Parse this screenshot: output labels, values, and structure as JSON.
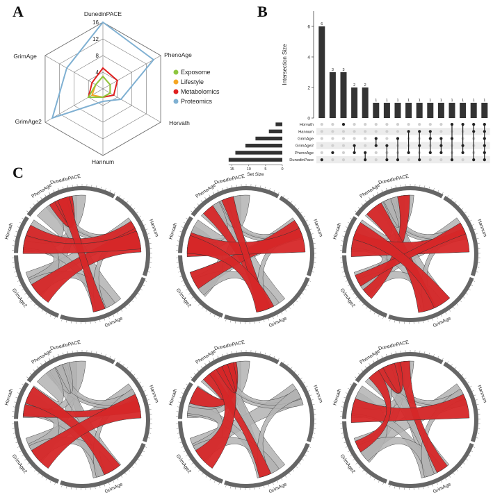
{
  "panels": {
    "a": "A",
    "b": "B",
    "c": "C"
  },
  "chart_data": [
    {
      "type": "radar",
      "panel": "A",
      "axes": [
        "DunedinPACE",
        "PhenoAge",
        "Horvath",
        "Hannum",
        "GrimAge2",
        "GrimAge"
      ],
      "radial_ticks": [
        "4",
        "8",
        "12",
        "16"
      ],
      "rmax": 16,
      "legend_position": "right",
      "series": [
        {
          "name": "Exposome",
          "color": "#8dc63f",
          "values": [
            3,
            2,
            2,
            2,
            4,
            2
          ]
        },
        {
          "name": "Lifestyle",
          "color": "#f5a623",
          "values": [
            3,
            2,
            2,
            2,
            3,
            2
          ]
        },
        {
          "name": "Metabolomics",
          "color": "#e02020",
          "values": [
            5,
            4,
            3,
            2,
            4,
            3
          ]
        },
        {
          "name": "Proteomics",
          "color": "#7fb0d2",
          "values": [
            16,
            14,
            5,
            3,
            14,
            10
          ]
        }
      ]
    },
    {
      "type": "bar",
      "panel": "B",
      "ylabel": "Intersection Size",
      "y_ticks": [
        "0",
        "2",
        "4",
        "6"
      ],
      "ylim": [
        0,
        7
      ],
      "values": [
        6,
        3,
        3,
        2,
        2,
        1,
        1,
        1,
        1,
        1,
        1,
        1,
        1,
        1,
        1,
        1
      ],
      "value_labels": [
        "6",
        "3",
        "3",
        "2",
        "2",
        "1",
        "1",
        "1",
        "1",
        "1",
        "1",
        "1",
        "1",
        "1",
        "1",
        "1"
      ],
      "sets": [
        "Horvath",
        "Hannum",
        "GrimAge",
        "GrimAge2",
        "PhenoAge",
        "DunedinPace"
      ],
      "set_sizes": [
        2,
        4,
        8,
        11,
        14,
        16
      ],
      "set_size_label": "Set Size",
      "set_size_ticks": [
        "15",
        "10",
        "5",
        "0"
      ],
      "membership": [
        [
          5
        ],
        [
          4
        ],
        [
          0
        ],
        [
          3,
          4
        ],
        [
          4,
          5
        ],
        [
          2,
          3
        ],
        [
          3,
          5
        ],
        [
          2,
          5
        ],
        [
          1,
          4
        ],
        [
          1,
          3,
          5
        ],
        [
          1,
          2,
          4
        ],
        [
          2,
          3,
          4
        ],
        [
          0,
          2,
          5
        ],
        [
          0,
          3,
          4
        ],
        [
          0,
          1,
          5
        ],
        [
          0,
          1,
          2,
          3,
          4,
          5
        ]
      ]
    },
    {
      "type": "chord",
      "panel": "C",
      "sectors": [
        "DunedinPACE",
        "Hannum",
        "GrimAge",
        "GrimAge2",
        "Horvath",
        "PhenoAge"
      ],
      "highlight_color": "#d62728",
      "diagrams": [
        {
          "red": [
            [
              1,
              4
            ],
            [
              5,
              0
            ],
            [
              3,
              1
            ],
            [
              2,
              0
            ],
            [
              4,
              1
            ]
          ]
        },
        {
          "red": [
            [
              5,
              2
            ],
            [
              3,
              1
            ],
            [
              4,
              1
            ],
            [
              2,
              0
            ],
            [
              4,
              2
            ]
          ]
        },
        {
          "red": [
            [
              3,
              0
            ],
            [
              2,
              5
            ],
            [
              4,
              1
            ],
            [
              3,
              1
            ],
            [
              2,
              4
            ]
          ]
        },
        {
          "red": [
            [
              4,
              1
            ],
            [
              4,
              2
            ],
            [
              3,
              1
            ]
          ]
        },
        {
          "red": [
            [
              5,
              2
            ],
            [
              4,
              0
            ],
            [
              3,
              5
            ],
            [
              5,
              0
            ]
          ]
        },
        {
          "red": [
            [
              2,
              0
            ],
            [
              5,
              0
            ],
            [
              4,
              1
            ],
            [
              3,
              5
            ]
          ]
        }
      ]
    }
  ]
}
